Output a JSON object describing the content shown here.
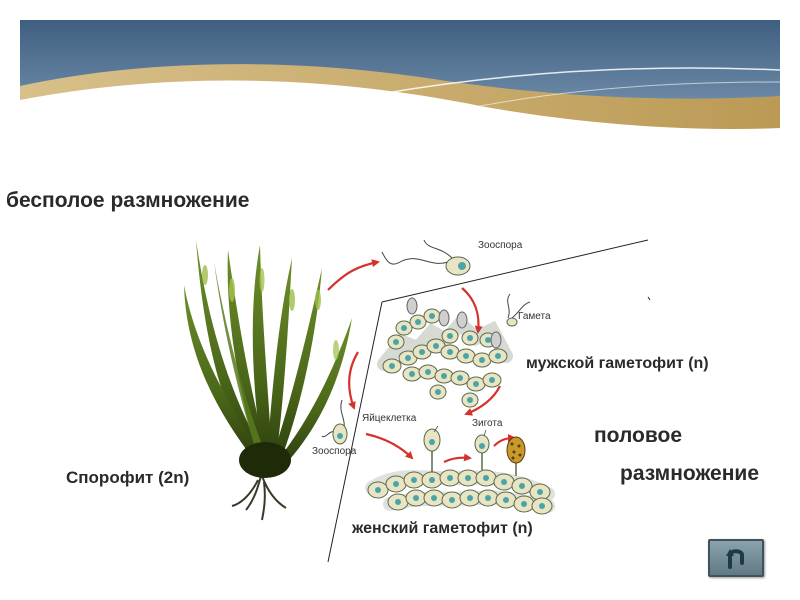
{
  "labels": {
    "asexual": "бесполое размножение",
    "sexual_line1": "половое",
    "sexual_line2": "размножение",
    "sporophyte": "Спорофит (2n)",
    "male_gametophyte": "мужской гаметофит (n)",
    "female_gametophyte": "женский гаметофит (n)",
    "zoospore_top": "Зооспора",
    "zoospore_bottom": "Зооспора",
    "gamete": "Гамета",
    "egg_cell": "Яйцеклетка",
    "zygote": "Зигота"
  },
  "nav": {
    "back_icon": "return-arrow-icon"
  },
  "colors": {
    "banner_blue": "#4f6e8f",
    "banner_tan": "#c9a968",
    "arrow_red": "#d6322c",
    "algae_green": "#4f6d1a",
    "cell_teal": "#4aa5a6",
    "filament_fill": "#e9e4c4",
    "nav_button": "#6f8994"
  }
}
